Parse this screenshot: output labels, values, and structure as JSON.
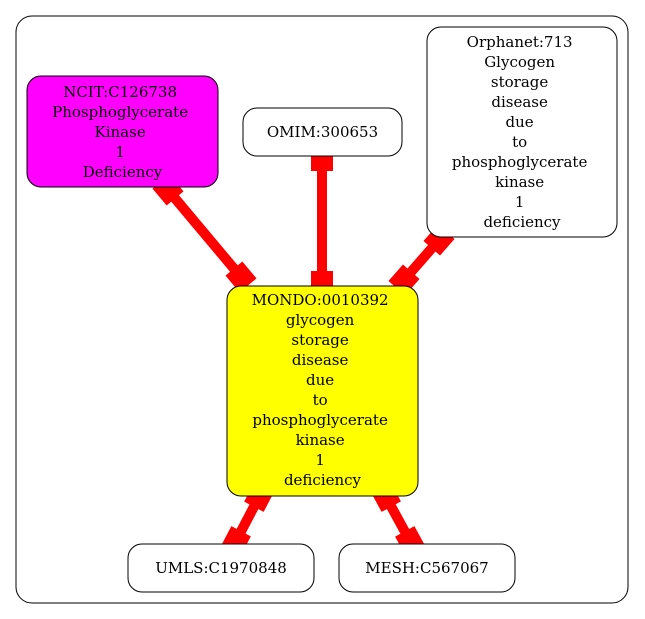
{
  "colors": {
    "background": "#ffffff",
    "cluster_border": "#000000",
    "edge": "#ff0000",
    "node_border": "#000000",
    "node_default_fill": "#ffffff",
    "ncit_fill": "#ff00ff",
    "mondo_fill": "#ffff00"
  },
  "nodes": {
    "ncit": {
      "lines": [
        "NCIT:C126738",
        "Phosphoglycerate",
        "Kinase",
        "1",
        "Deficiency"
      ],
      "fill": "#ff00ff"
    },
    "omim": {
      "lines": [
        "OMIM:300653"
      ],
      "fill": "#ffffff"
    },
    "orphanet": {
      "lines": [
        "Orphanet:713",
        "Glycogen",
        "storage",
        "disease",
        "due",
        "to",
        "phosphoglycerate",
        "kinase",
        "1",
        "deficiency"
      ],
      "fill": "#ffffff"
    },
    "mondo": {
      "lines": [
        "MONDO:0010392",
        "glycogen",
        "storage",
        "disease",
        "due",
        "to",
        "phosphoglycerate",
        "kinase",
        "1",
        "deficiency"
      ],
      "fill": "#ffff00"
    },
    "umls": {
      "lines": [
        "UMLS:C1970848"
      ],
      "fill": "#ffffff"
    },
    "mesh": {
      "lines": [
        "MESH:C567067"
      ],
      "fill": "#ffffff"
    }
  },
  "edges": [
    {
      "from": "ncit",
      "to": "mondo"
    },
    {
      "from": "omim",
      "to": "mondo"
    },
    {
      "from": "orphanet",
      "to": "mondo"
    },
    {
      "from": "mondo",
      "to": "umls"
    },
    {
      "from": "mondo",
      "to": "mesh"
    }
  ]
}
